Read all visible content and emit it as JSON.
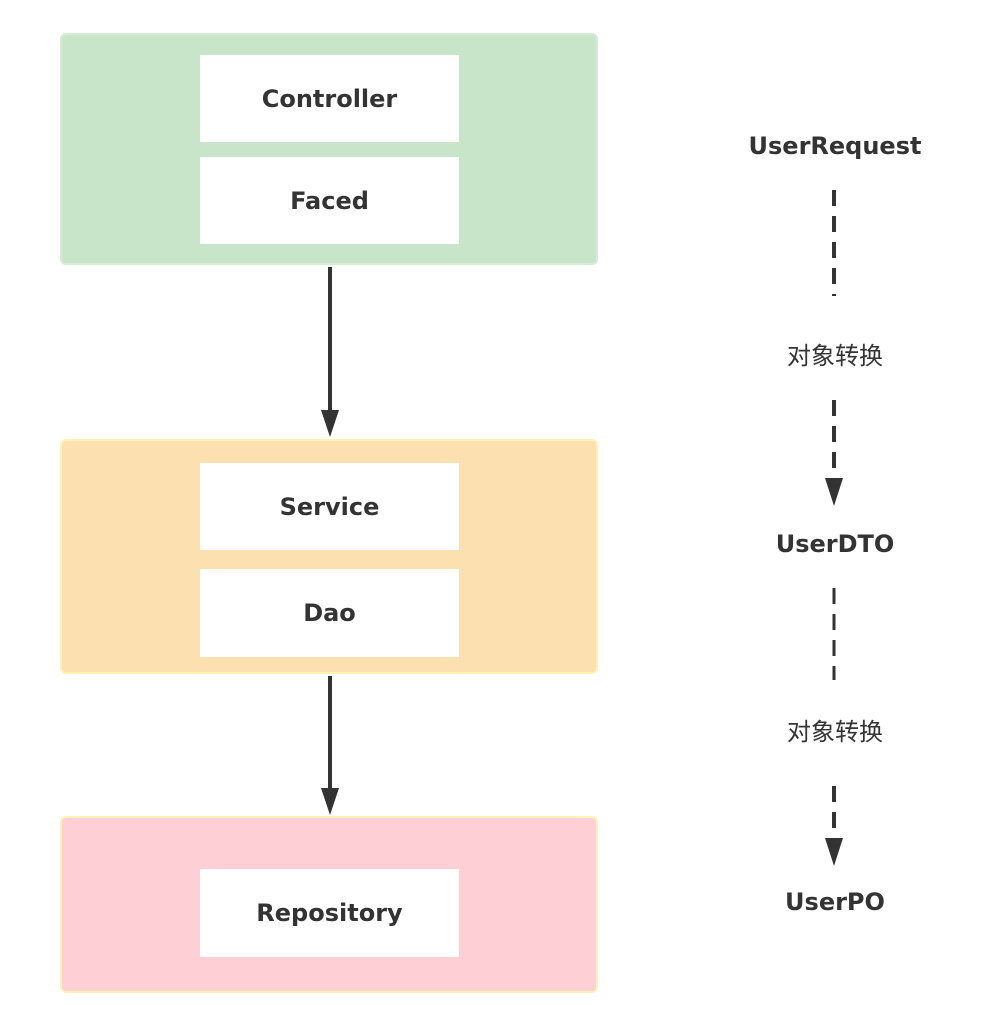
{
  "layers": {
    "controller_layer_color": "#c9e5c9",
    "service_layer_color": "#fde0b0",
    "repository_layer_color": "#ffcfd6"
  },
  "boxes": {
    "controller": "Controller",
    "faced": "Faced",
    "service": "Service",
    "dao": "Dao",
    "repository": "Repository"
  },
  "objects": {
    "request": "UserRequest",
    "conversion_1": "对象转换",
    "dto": "UserDTO",
    "conversion_2": "对象转换",
    "po": "UserPO"
  }
}
